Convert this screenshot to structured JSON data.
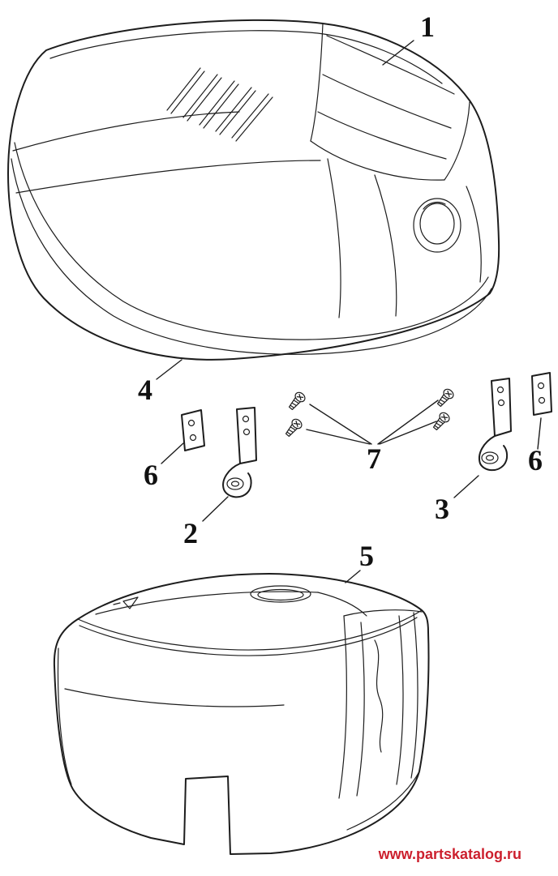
{
  "diagram": {
    "background": "#ffffff",
    "line_color": "#1d1d1d",
    "callouts": {
      "part1": "1",
      "part2": "2",
      "part3": "3",
      "part4": "4",
      "part5": "5",
      "part6_left": "6",
      "part6_right": "6",
      "part7": "7"
    }
  },
  "watermark": {
    "text": "www.partskatalog.ru",
    "color": "#cc1f2d"
  }
}
